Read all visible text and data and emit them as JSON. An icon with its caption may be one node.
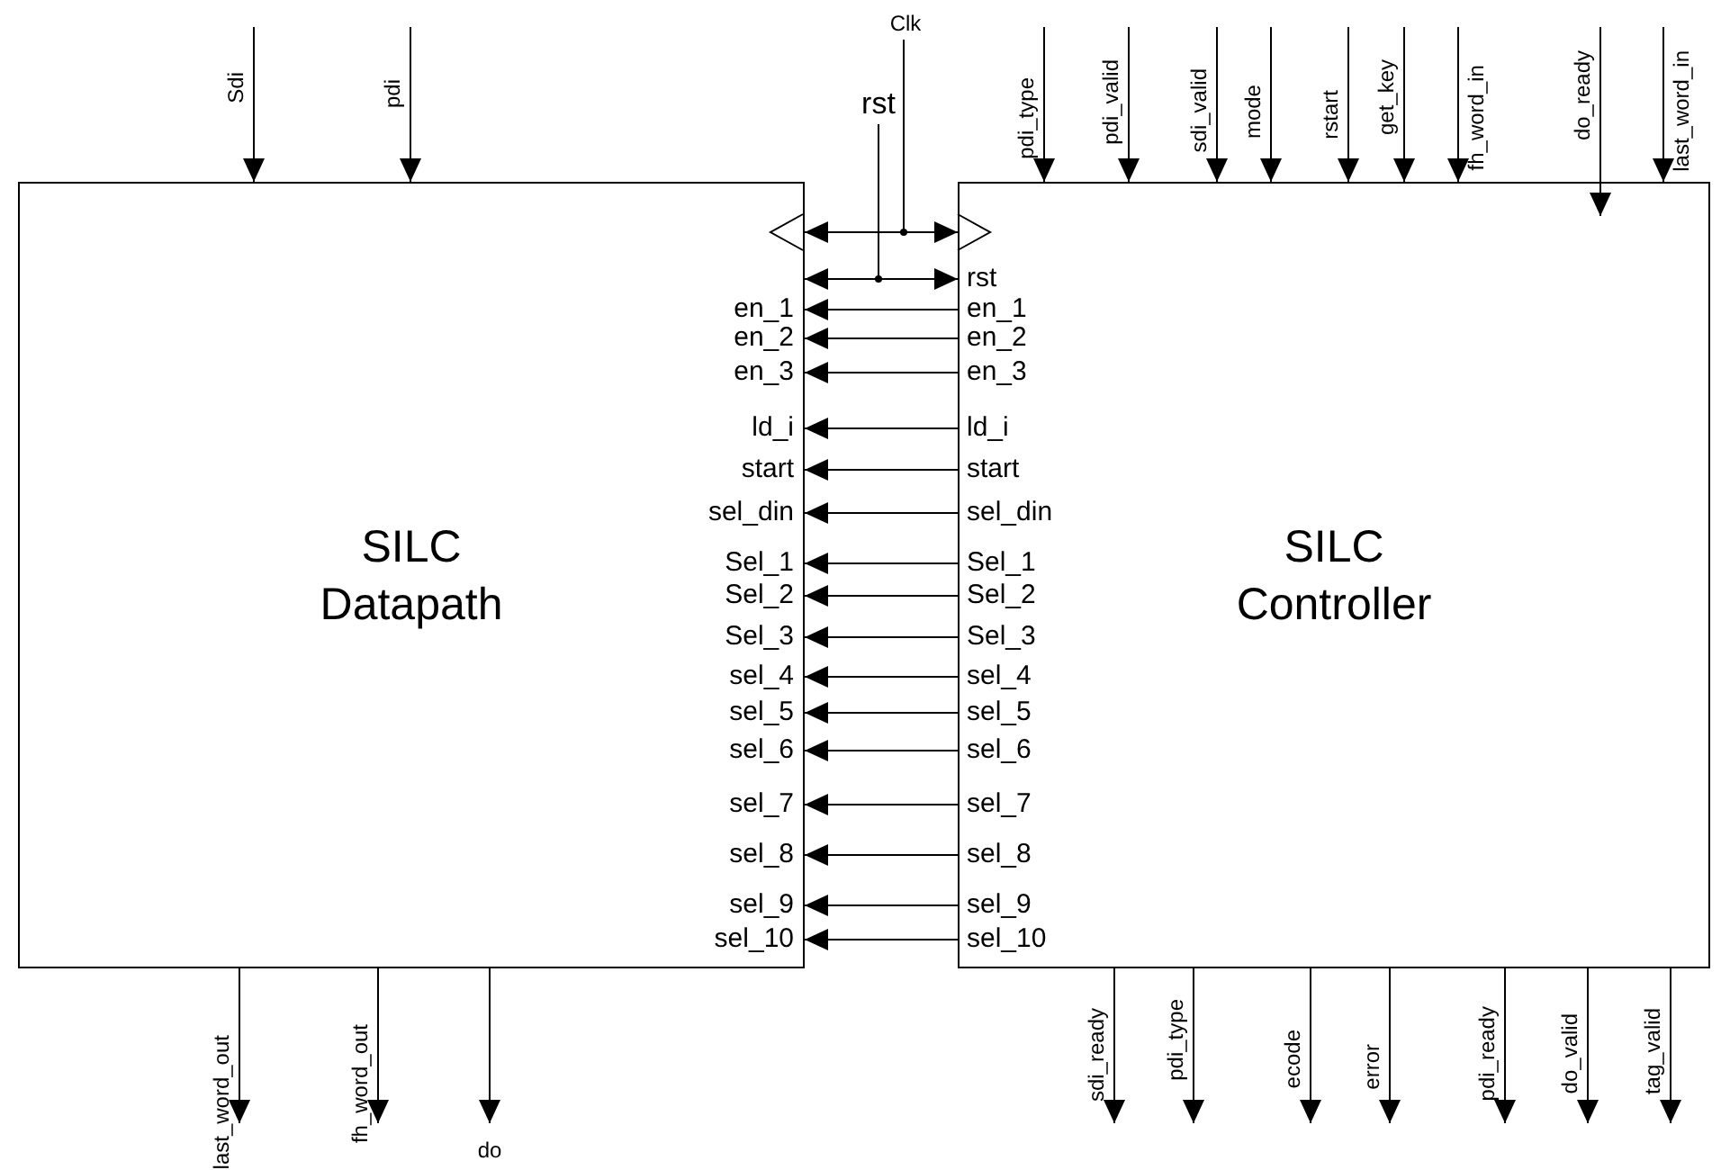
{
  "diagram": {
    "nodes": [
      {
        "text": [
          "Clk"
        ]
      },
      {
        "text": [
          "rst"
        ]
      },
      {
        "text": [
          "SILC Datapath"
        ]
      },
      {
        "text": [
          "SILC Controller"
        ]
      }
    ],
    "edges": [
      {
        "from": 0,
        "to": 2,
        "arrow": "to"
      },
      {
        "from": 0,
        "to": 3,
        "arrow": "to"
      },
      {
        "from": 1,
        "to": 2,
        "arrow": "to"
      },
      {
        "from": 1,
        "to": 3,
        "arrow": "to"
      },
      {
        "from": 3,
        "to": 2,
        "arrow": "to"
      },
      {
        "from": 3,
        "to": 2,
        "arrow": "to"
      },
      {
        "from": 3,
        "to": 2,
        "arrow": "to"
      },
      {
        "from": 3,
        "to": 2,
        "arrow": "to"
      },
      {
        "from": 3,
        "to": 2,
        "arrow": "to"
      },
      {
        "from": 3,
        "to": 2,
        "arrow": "to"
      },
      {
        "from": 3,
        "to": 2,
        "arrow": "to"
      },
      {
        "from": 3,
        "to": 2,
        "arrow": "to"
      },
      {
        "from": 3,
        "to": 2,
        "arrow": "to"
      },
      {
        "from": 3,
        "to": 2,
        "arrow": "to"
      },
      {
        "from": 3,
        "to": 2,
        "arrow": "to"
      },
      {
        "from": 3,
        "to": 2,
        "arrow": "to"
      },
      {
        "from": 3,
        "to": 2,
        "arrow": "to"
      },
      {
        "from": 3,
        "to": 2,
        "arrow": "to"
      },
      {
        "from": 3,
        "to": 2,
        "arrow": "to"
      },
      {
        "from": 3,
        "to": 2,
        "arrow": "to"
      },
      {
        "from": null,
        "to": 2,
        "arrow": "to",
        "label": "Sdi"
      },
      {
        "from": null,
        "to": 2,
        "arrow": "to",
        "label": "pdi"
      },
      {
        "from": null,
        "to": 3,
        "arrow": "to",
        "label": "pdi_type"
      },
      {
        "from": null,
        "to": 3,
        "arrow": "to",
        "label": "pdi_valid"
      },
      {
        "from": null,
        "to": 3,
        "arrow": "to",
        "label": "sdi_valid"
      },
      {
        "from": null,
        "to": 3,
        "arrow": "to",
        "label": "mode"
      },
      {
        "from": null,
        "to": 3,
        "arrow": "to",
        "label": "rstart"
      },
      {
        "from": null,
        "to": 3,
        "arrow": "to",
        "label": "get_key"
      },
      {
        "from": null,
        "to": 3,
        "arrow": "to",
        "label": "fh_word_in"
      },
      {
        "from": null,
        "to": 3,
        "arrow": "to",
        "label": "do_ready"
      },
      {
        "from": null,
        "to": 3,
        "arrow": "to",
        "label": "last_word_in"
      },
      {
        "from": 2,
        "to": null,
        "arrow": "to",
        "label": "last_word_out"
      },
      {
        "from": 2,
        "to": null,
        "arrow": "to",
        "label": "fh_word_out"
      },
      {
        "from": 2,
        "to": null,
        "arrow": "to",
        "label": "do"
      },
      {
        "from": 3,
        "to": null,
        "arrow": "to",
        "label": "sdi_ready"
      },
      {
        "from": 3,
        "to": null,
        "arrow": "to",
        "label": "pdi_type"
      },
      {
        "from": 3,
        "to": null,
        "arrow": "to",
        "label": "ecode"
      },
      {
        "from": 3,
        "to": null,
        "arrow": "to",
        "label": "error"
      },
      {
        "from": 3,
        "to": null,
        "arrow": "to",
        "label": "pdi_ready"
      },
      {
        "from": 3,
        "to": null,
        "arrow": "to",
        "label": "do_valid"
      },
      {
        "from": 3,
        "to": null,
        "arrow": "to",
        "label": "tag_valid"
      }
    ],
    "labels": [
      "rst",
      "en_1",
      "en_1",
      "en_2",
      "en_2",
      "en_3",
      "en_3",
      "ld_i",
      "ld_i",
      "start",
      "start",
      "sel_din",
      "sel_din",
      "Sel_1",
      "Sel_1",
      "Sel_2",
      "Sel_2",
      "Sel_3",
      "Sel_3",
      "sel_4",
      "sel_4",
      "sel_5",
      "sel_5",
      "sel_6",
      "sel_6",
      "sel_7",
      "sel_7",
      "sel_8",
      "sel_8",
      "sel_9",
      "sel_9",
      "sel_10",
      "sel_10"
    ]
  }
}
